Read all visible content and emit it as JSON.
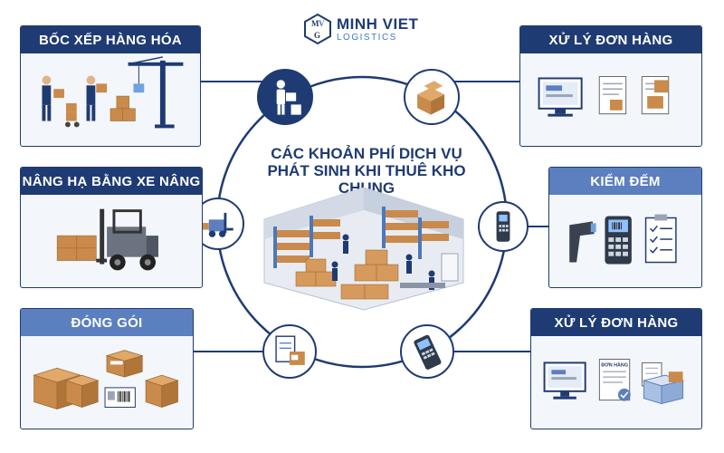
{
  "logo": {
    "name": "MINH VIET",
    "subtitle": "LOGISTICS",
    "mark_letters": [
      "M",
      "V",
      "G"
    ]
  },
  "center": {
    "title_line1": "CÁC KHOẢN PHÍ DỊCH VỤ",
    "title_line2": "PHÁT SINH KHI THUÊ KHO CHUNG"
  },
  "cards": {
    "top_left": {
      "title": "BỐC XẾP HÀNG HÓA",
      "icon": "workers-crane-icon"
    },
    "mid_left": {
      "title": "NÂNG HẠ BẰNG XE NÂNG",
      "icon": "forklift-icon"
    },
    "bottom_left": {
      "title": "ĐÓNG GÓI",
      "icon": "boxes-icon"
    },
    "top_right": {
      "title": "XỬ LÝ ĐƠN HÀNG",
      "icon": "computer-documents-icon"
    },
    "mid_right": {
      "title": "KIỂM ĐẾM",
      "icon": "scanner-checklist-icon"
    },
    "bottom_right": {
      "title": "XỬ LÝ ĐƠN HÀNG",
      "icon": "order-processing-icon",
      "doc_label": "ĐƠN HÀNG"
    }
  },
  "colors": {
    "navy": "#1f3b73",
    "light_blue": "#5b7fbf",
    "box_brown": "#c98a4b",
    "card_bg": "#f3f6fb"
  }
}
